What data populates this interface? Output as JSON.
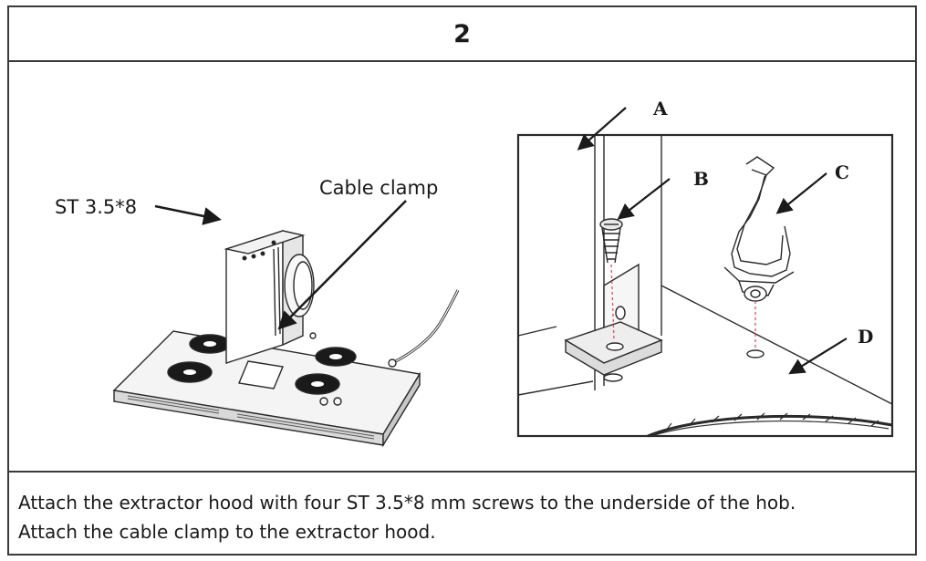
{
  "step": {
    "number": "2"
  },
  "labels": {
    "screw_spec": "ST 3.5*8",
    "cable_clamp": "Cable clamp",
    "a": "A",
    "b": "B",
    "c": "C",
    "d": "D"
  },
  "caption": {
    "line1": "Attach the extractor hood with four ST 3.5*8 mm screws to the underside of the hob.",
    "line2": "Attach the cable clamp to the extractor hood."
  }
}
